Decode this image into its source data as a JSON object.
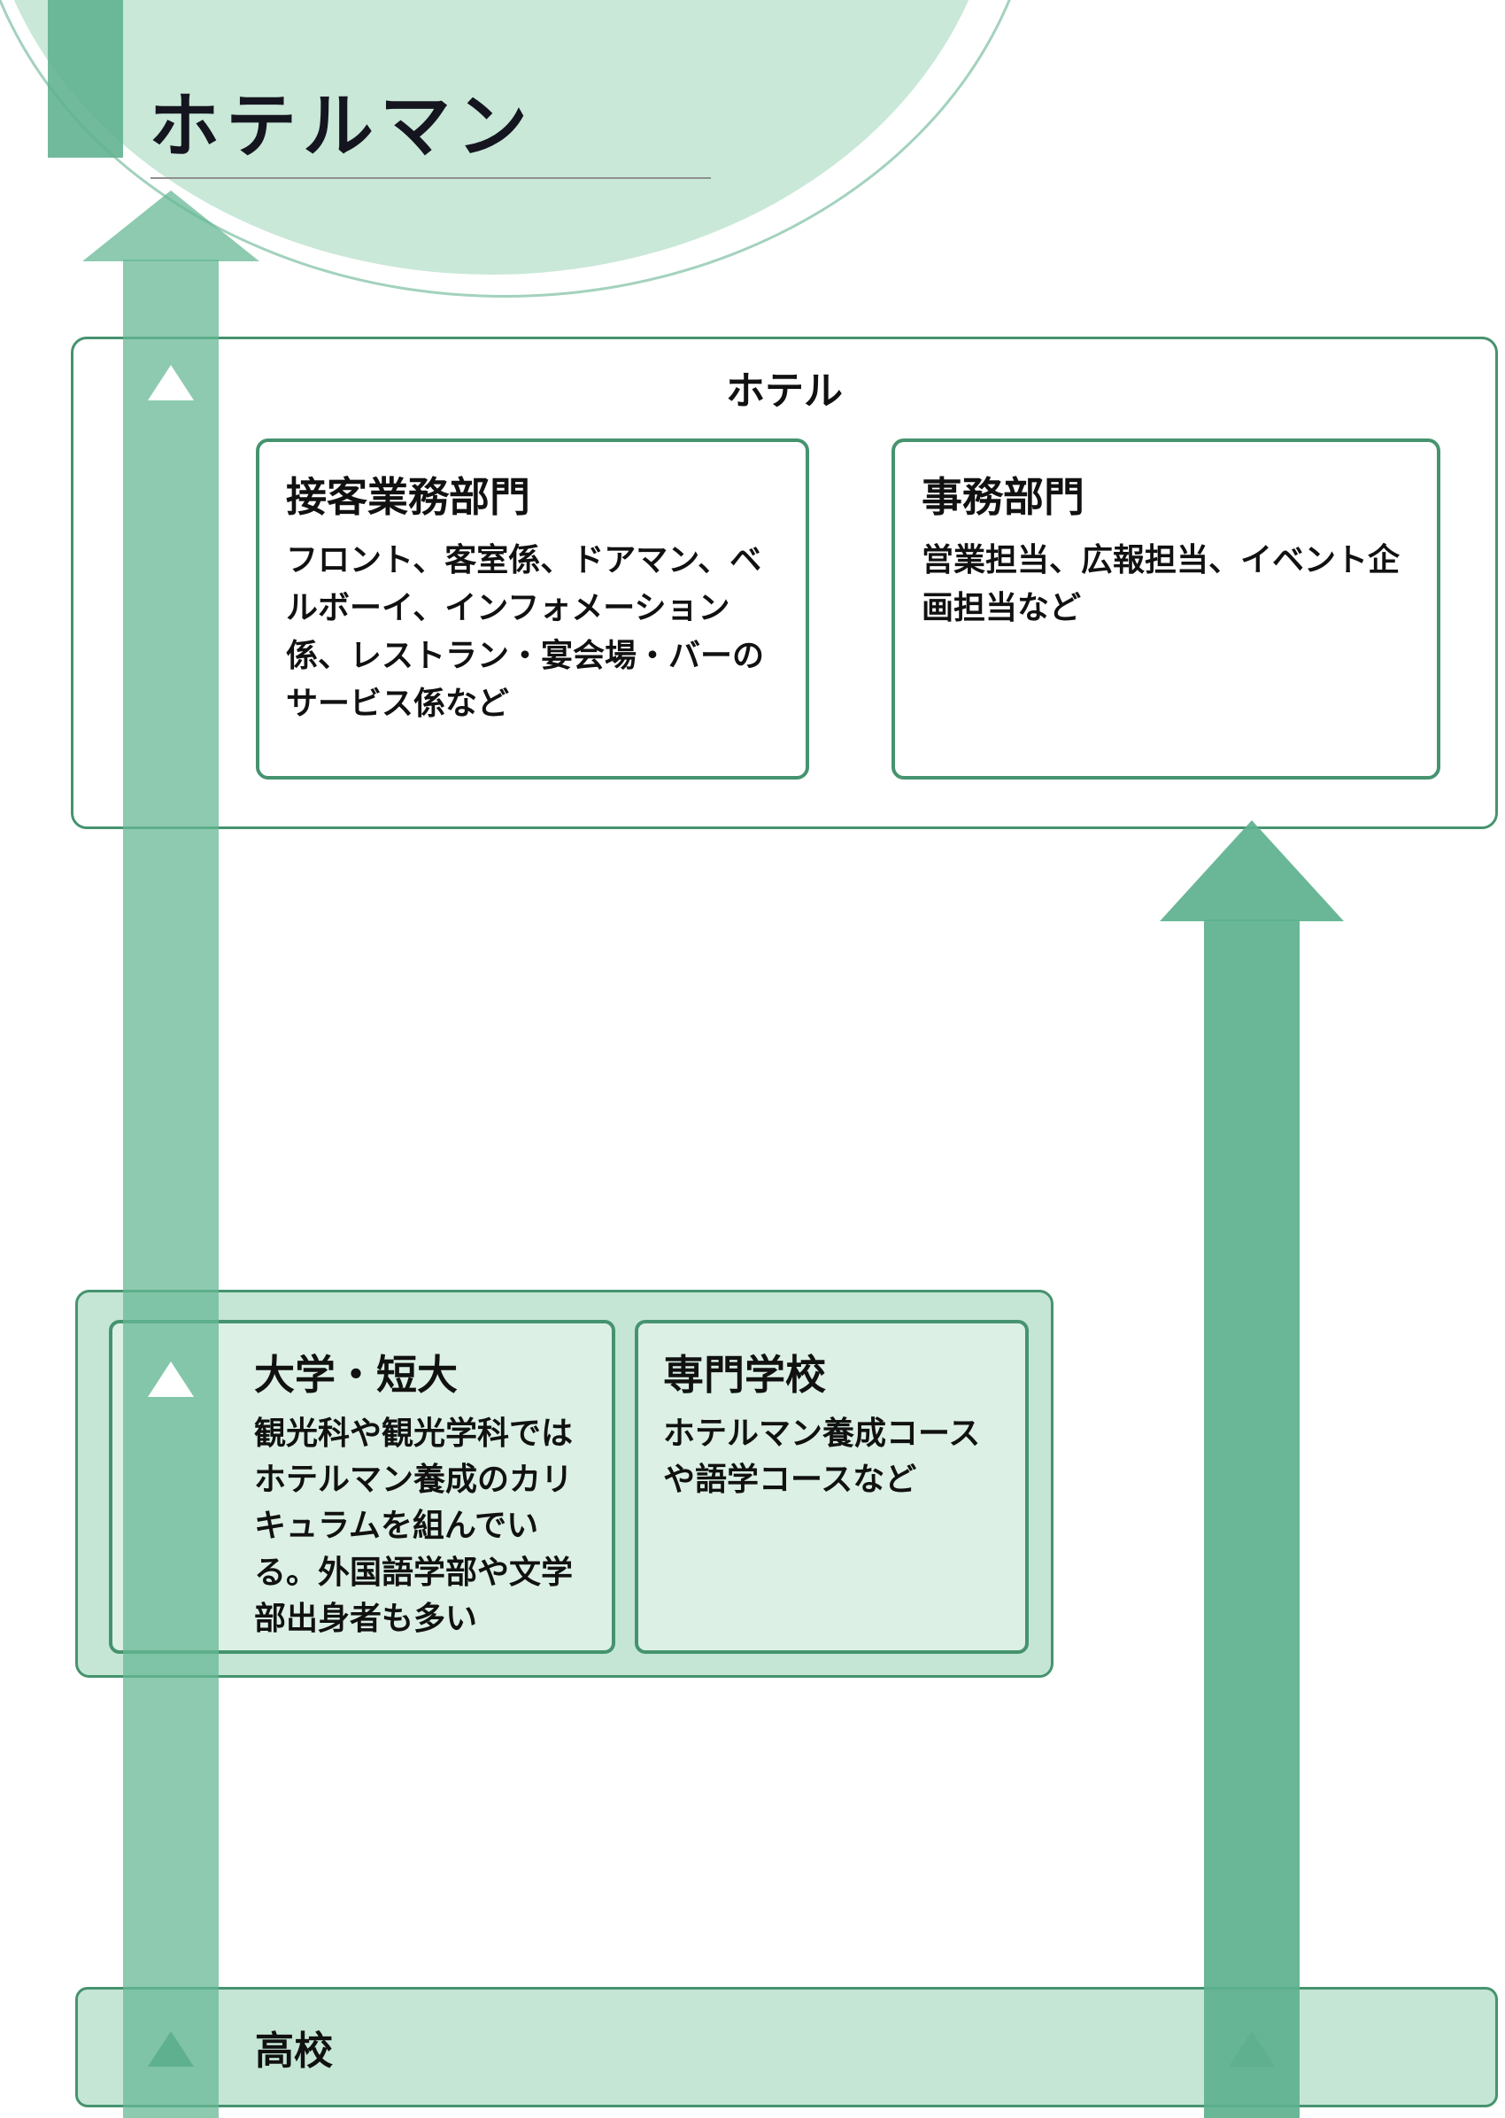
{
  "title": "ホテルマン",
  "hotel": {
    "label": "ホテル",
    "sections": [
      {
        "title": "接客業務部門",
        "body": "フロント、客室係、ドアマン、ベルボーイ、インフォメーション係、レストラン・宴会場・バーのサービス係など"
      },
      {
        "title": "事務部門",
        "body": "営業担当、広報担当、イベント企画担当など"
      }
    ]
  },
  "education": {
    "sections": [
      {
        "title": "大学・短大",
        "body": "観光科や観光学科ではホテルマン養成のカリキュラムを組んでいる。外国語学部や文学部出身者も多い"
      },
      {
        "title": "専門学校",
        "body": "ホテルマン養成コースや語学コースなど"
      }
    ]
  },
  "highschool": {
    "label": "高校"
  },
  "icons": {
    "entry_marker": "triangle-up",
    "path_arrow": "arrow-up"
  },
  "colors": {
    "arrow_green": "#68b896",
    "box_border_green": "#46936f",
    "panel_bg_green": "#c5e6d5",
    "card_bg_green": "#dcf0e5",
    "circle_mint": "#c9e8d8",
    "text_dark": "#111111"
  }
}
